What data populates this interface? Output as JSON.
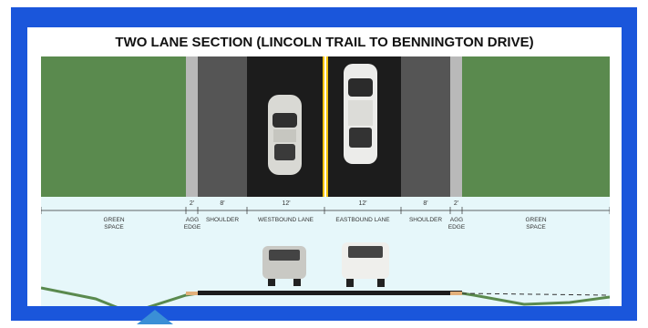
{
  "title": "TWO LANE SECTION (LINCOLN TRAIL TO BENNINGTON DRIVE)",
  "dimensions": {
    "agg_left": "2'",
    "shoulder_left": "8'",
    "westbound": "12'",
    "eastbound": "12'",
    "shoulder_right": "8'",
    "agg_right": "2'"
  },
  "labels": {
    "green_left": "GREEN\nSPACE",
    "agg_left": "AGG\nEDGE",
    "shoulder_left": "SHOULDER",
    "westbound": "WESTBOUND LANE",
    "eastbound": "EASTBOUND LANE",
    "shoulder_right": "SHOULDER",
    "agg_right": "AGG\nEDGE",
    "green_right": "GREEN\nSPACE"
  },
  "colors": {
    "border": "#1a56db",
    "green": "#5a8a4e",
    "lane": "#1c1c1c",
    "centerline": "#f2c200"
  }
}
